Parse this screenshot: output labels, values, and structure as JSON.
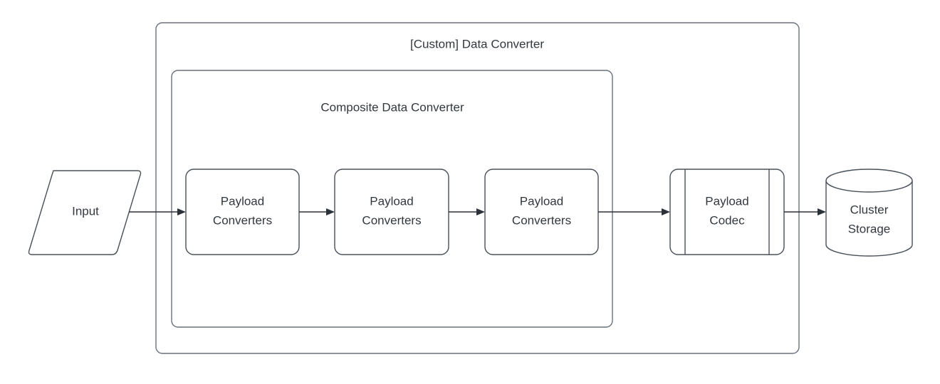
{
  "diagram": {
    "title": "[Custom] Data Converter",
    "background_color": "#ffffff",
    "stroke_color": "#49505a",
    "container_stroke_color": "#6a717c",
    "text_color": "#32383f",
    "arrow_color": "#2b3138",
    "containers": [
      {
        "id": "custom-data-converter",
        "label": "[Custom] Data Converter",
        "shape": "rounded-rectangle"
      },
      {
        "id": "composite-data-converter",
        "label": "Composite Data Converter",
        "shape": "rounded-rectangle"
      }
    ],
    "nodes": [
      {
        "id": "input",
        "shape": "parallelogram",
        "label_lines": [
          "Input"
        ]
      },
      {
        "id": "payload-converters-1",
        "shape": "rounded-rectangle",
        "label_lines": [
          "Payload",
          "Converters"
        ]
      },
      {
        "id": "payload-converters-2",
        "shape": "rounded-rectangle",
        "label_lines": [
          "Payload",
          "Converters"
        ]
      },
      {
        "id": "payload-converters-3",
        "shape": "rounded-rectangle",
        "label_lines": [
          "Payload",
          "Converters"
        ]
      },
      {
        "id": "payload-codec",
        "shape": "subprocess",
        "label_lines": [
          "Payload",
          "Codec"
        ]
      },
      {
        "id": "cluster-storage",
        "shape": "cylinder",
        "label_lines": [
          "Cluster",
          "Storage"
        ]
      }
    ],
    "connections": [
      {
        "id": "input-to-pc1",
        "from": "input",
        "to": "payload-converters-1",
        "arrow": "single"
      },
      {
        "id": "pc1-to-pc2",
        "from": "payload-converters-1",
        "to": "payload-converters-2",
        "arrow": "single"
      },
      {
        "id": "pc2-to-pc3",
        "from": "payload-converters-2",
        "to": "payload-converters-3",
        "arrow": "single"
      },
      {
        "id": "pc3-to-codec",
        "from": "payload-converters-3",
        "to": "payload-codec",
        "arrow": "single"
      },
      {
        "id": "codec-to-storage",
        "from": "payload-codec",
        "to": "cluster-storage",
        "arrow": "single"
      }
    ]
  }
}
